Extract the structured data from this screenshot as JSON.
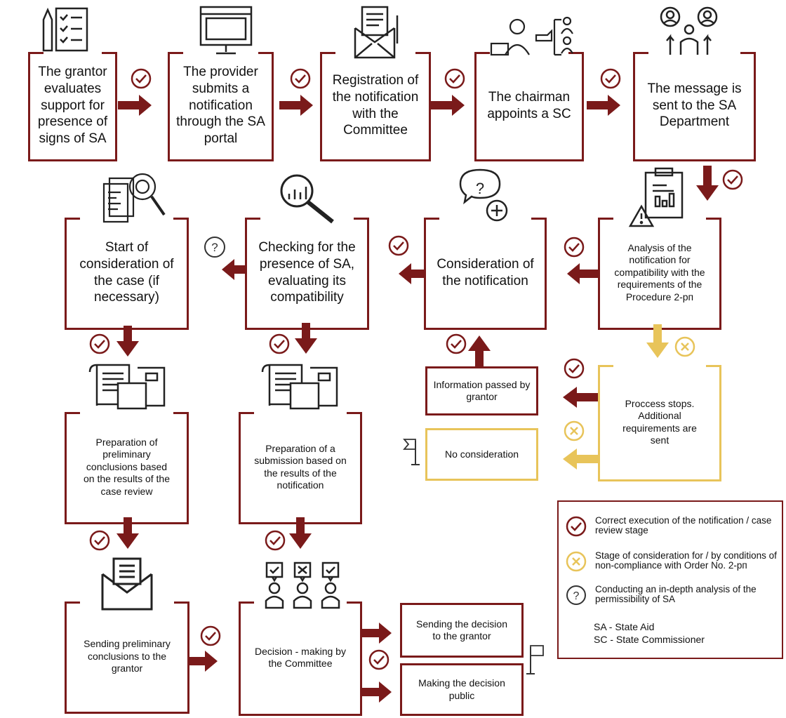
{
  "steps": {
    "s1": "The grantor evaluates support for presence of signs of SA",
    "s2": "The provider submits a notification through the SA portal",
    "s3": "Registration of the notification with the Committee",
    "s4": "The chairman appoints a SC",
    "s5": "The message is sent to the SA Department",
    "s6": "Analysis of the notification for compatibility with the requirements of the Procedure 2-pп",
    "s7": "Consideration of the notification",
    "s8": "Checking for the presence of SA, evaluating its compatibility",
    "s9": "Start of consideration of the case (if necessary)",
    "s10": "Proccess stops. Additional requirements are sent",
    "s11": "Information passed by grantor",
    "s12": "No consideration",
    "s13": "Preparation of preliminary conclusions based on the results of the case review",
    "s14": "Preparation of a submission based on the results of the notification",
    "s15": "Sending preliminary conclusions to the grantor",
    "s16": "Decision - making by the Committee",
    "s17": "Sending the decision to the grantor",
    "s18": "Making the decision public"
  },
  "legend": {
    "check": "Correct execution of the notification / case review stage",
    "cross": "Stage of consideration for / by conditions of non-compliance with Order No. 2-pп",
    "question": "Conducting an in-depth analysis of the permissibility of SA",
    "abbr1": "SA - State Aid",
    "abbr2": "SC - State Commissioner"
  },
  "colors": {
    "dark_red": "#7a1a1a",
    "yellow": "#e8c45a",
    "icon": "#222222"
  },
  "symbols": {
    "check": "✓",
    "cross": "✕",
    "question": "?"
  }
}
